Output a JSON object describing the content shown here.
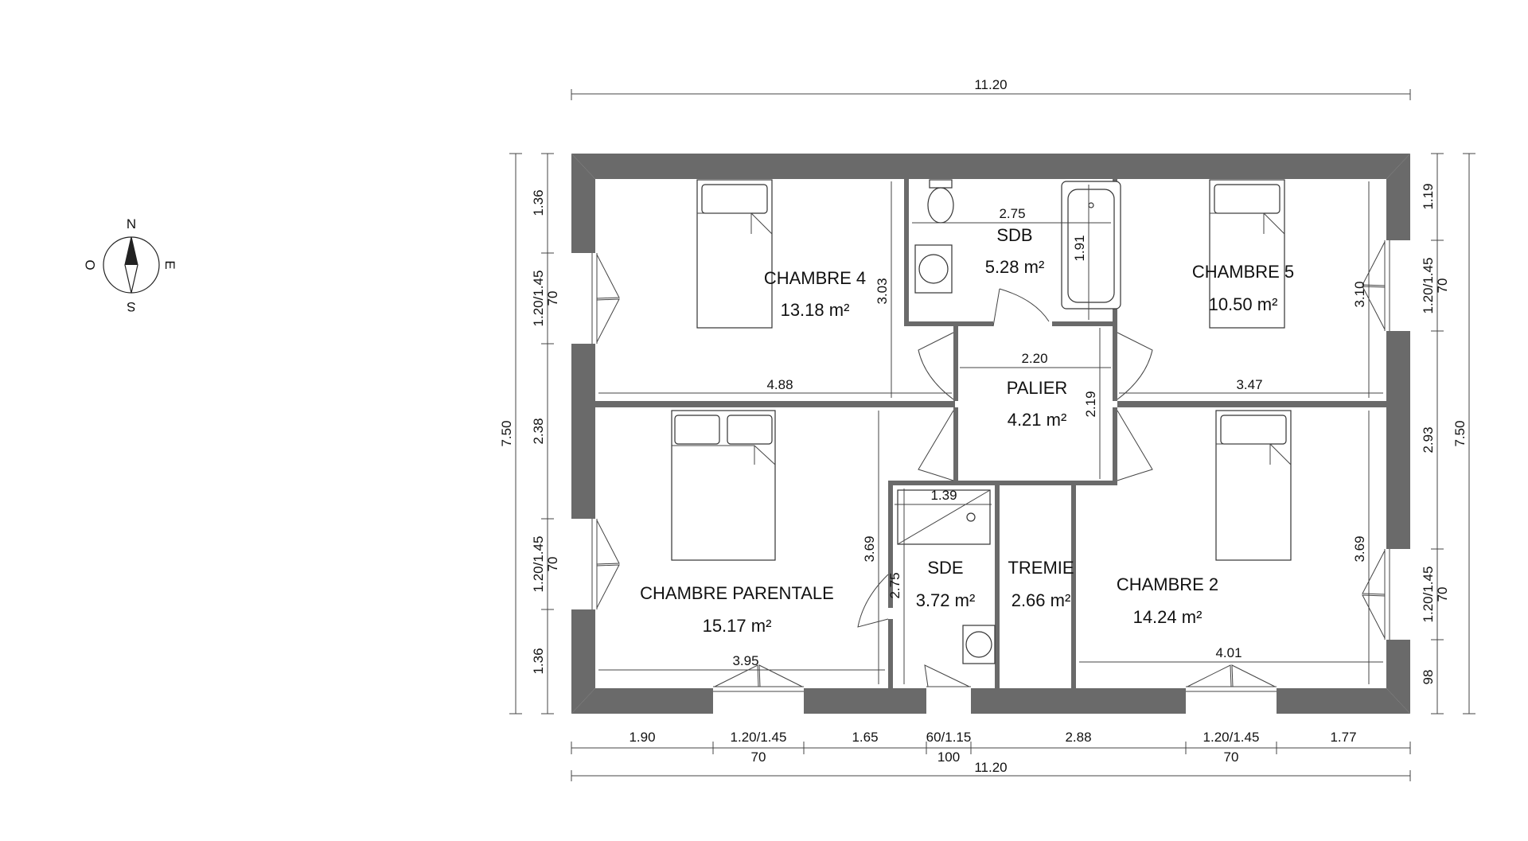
{
  "compass": {
    "n": "N",
    "s": "S",
    "e": "E",
    "w": "O"
  },
  "rooms": {
    "chambre4": {
      "name": "CHAMBRE 4",
      "area": "13.18 m²"
    },
    "sdb": {
      "name": "SDB",
      "area": "5.28 m²"
    },
    "chambre5": {
      "name": "CHAMBRE 5",
      "area": "10.50 m²"
    },
    "palier": {
      "name": "PALIER",
      "area": "4.21 m²"
    },
    "parentale": {
      "name": "CHAMBRE PARENTALE",
      "area": "15.17 m²"
    },
    "sde": {
      "name": "SDE",
      "area": "3.72 m²"
    },
    "tremie": {
      "name": "TREMIE",
      "area": "2.66 m²"
    },
    "chambre2": {
      "name": "CHAMBRE 2",
      "area": "14.24 m²"
    }
  },
  "dims": {
    "top_total": "11.20",
    "bottom_total": "11.20",
    "bottom_segments": [
      "1.90",
      "1.20/1.45",
      "1.65",
      "60/1.15",
      "2.88",
      "1.20/1.45",
      "1.77"
    ],
    "bottom_sub": [
      "70",
      "100",
      "70"
    ],
    "left_total": "7.50",
    "left_segments": [
      "1.36",
      "1.20/1.45",
      "70",
      "2.38",
      "1.20/1.45",
      "70",
      "1.36"
    ],
    "right_total": "7.50",
    "right_segments": [
      "1.19",
      "1.20/1.45",
      "70",
      "2.93",
      "1.20/1.45",
      "70",
      "98"
    ],
    "interior": {
      "c4_width": "4.88",
      "c4_height": "3.03",
      "sdb_width": "2.75",
      "sdb_height": "1.91",
      "c5_width": "3.47",
      "c5_height": "3.10",
      "palier_width": "2.20",
      "palier_height": "2.19",
      "parentale_width": "3.95",
      "parentale_height": "3.69",
      "sde_width": "1.39",
      "sde_height": "2.75",
      "c2_width": "4.01",
      "c2_height": "3.69"
    }
  }
}
